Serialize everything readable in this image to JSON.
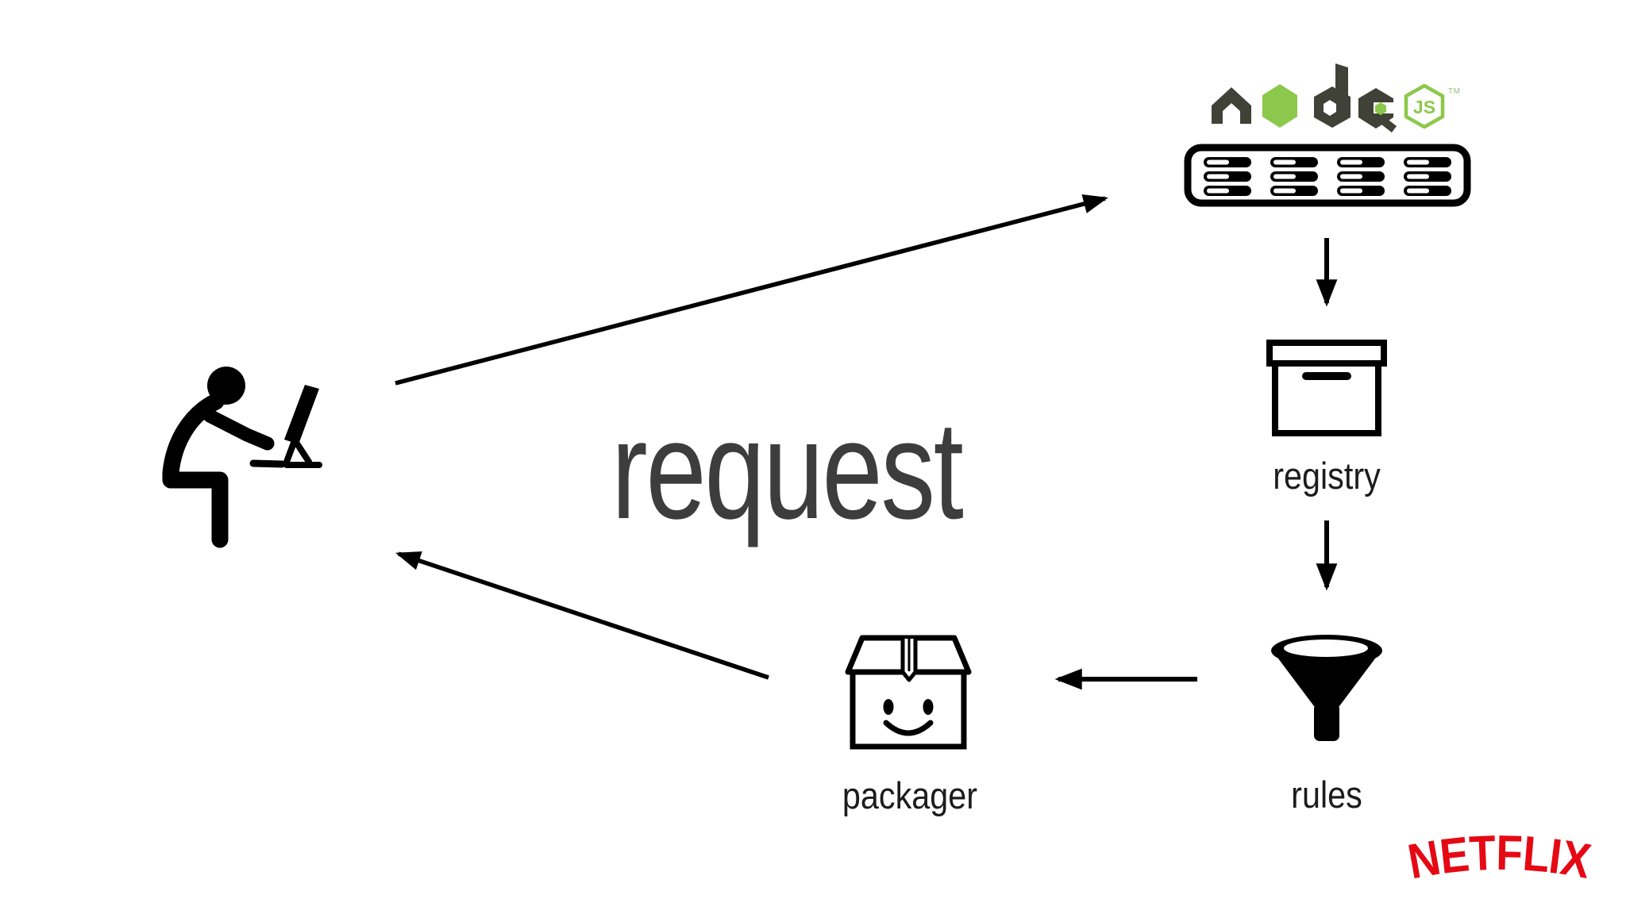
{
  "page": {
    "background": "#ffffff",
    "kind": "slide-diagram"
  },
  "labels": {
    "request": "request",
    "registry": "registry",
    "rules": "rules",
    "packager": "packager",
    "js_badge": "JS",
    "trademark": "TM",
    "netflix": "NETFLIX"
  },
  "diagram": {
    "nodes": [
      {
        "id": "developer",
        "icon": "person-at-computer-icon",
        "label": ""
      },
      {
        "id": "node-server",
        "icon": "nodejs-logo-and-server-icon",
        "label": ""
      },
      {
        "id": "registry",
        "icon": "archive-box-icon",
        "label": "registry"
      },
      {
        "id": "rules",
        "icon": "funnel-icon",
        "label": "rules"
      },
      {
        "id": "packager",
        "icon": "smiley-box-icon",
        "label": "packager"
      }
    ],
    "edges": [
      {
        "from": "developer",
        "to": "node-server",
        "label": "request",
        "direction": "up-right"
      },
      {
        "from": "node-server",
        "to": "registry",
        "label": "",
        "direction": "down"
      },
      {
        "from": "registry",
        "to": "rules",
        "label": "",
        "direction": "down"
      },
      {
        "from": "rules",
        "to": "packager",
        "label": "",
        "direction": "left"
      },
      {
        "from": "packager",
        "to": "developer",
        "label": "",
        "direction": "up-left"
      }
    ]
  },
  "colors": {
    "node_green": "#8CC84B",
    "node_dark": "#404137",
    "netflix_red": "#E50914",
    "request_text": "#3d3d3d",
    "icon_black": "#000000",
    "label_text": "#1c1c1c"
  }
}
